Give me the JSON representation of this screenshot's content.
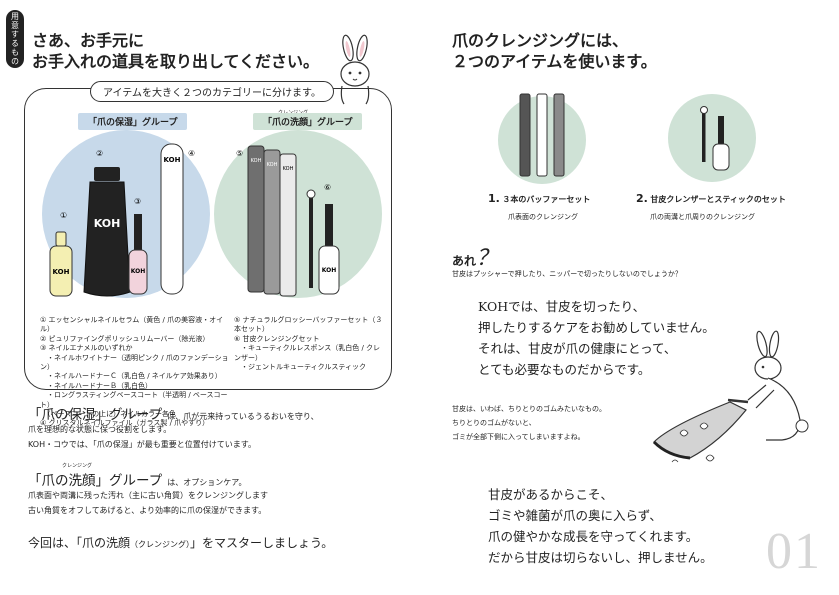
{
  "left": {
    "side_tab": "用意するもの",
    "heading": [
      "さあ、お手元に",
      "お手入れの道具を取り出してください。"
    ],
    "panel_title": "アイテムを大きく２つのカテゴリーに分けます。",
    "group_a": "「爪の保湿」グループ",
    "group_b": "「爪の洗顔」グループ",
    "group_b_ruby": "クレンジング",
    "numbers_a": [
      "①",
      "②",
      "③",
      "④"
    ],
    "numbers_b": [
      "⑤",
      "⑥"
    ],
    "product_logo": "KOH",
    "legend_a": [
      "① エッセンシャルネイルセラム（黄色 / 爪の美容液・オイル）",
      "② ピュリファイングポリッシュリムーバー（除光液）",
      "③ ネイルエナメルのいずれか",
      "　・ネイルホワイトナー（透明ピンク / 爪のファンデーション）",
      "　・ネイルハードナーＣ（乳白色 / ネイルケア効果あり）",
      "　・ネイルハードナーＢ（乳白色）",
      "　・ロングラスティングベースコート（半透明 / ベースコート）",
      "　（ベースコートの上に）ネイルカラー各色",
      "④ クリスタルネイルファイル（ガラス製 / 爪やすり）"
    ],
    "legend_b": [
      "⑤ ナチュラルグロッシーバッファーセット（３本セット）",
      "⑥ 甘皮クレンジングセット",
      "　・キューティクルレスポンス（乳白色 / クレンザー）",
      "　・ジェントルキューティクルスティック"
    ],
    "section1_title": "「爪の保湿」グループ",
    "section1_lead": "は、爪が元来持っているうるおいを守り、",
    "section1_lines": [
      "爪を理想的な状態に保つ役割をします。",
      "KOH・コウでは、「爪の保湿」が最も重要と位置付けています。"
    ],
    "section2_title": "「爪の洗顔」グループ",
    "section2_ruby": "クレンジング",
    "section2_lead": "は、オプションケア。",
    "section2_lines": [
      "爪表面や両溝に残った汚れ（主に古い角質）をクレンジングします",
      "古い角質をオフしてあげると、より効率的に爪の保湿ができます。"
    ],
    "master_prefix": "今回は、「爪の洗顔",
    "master_small": "（クレンジング）",
    "master_suffix": "」をマスターしましょう。"
  },
  "right": {
    "heading": [
      "爪のクレンジングには、",
      "２つのアイテムを使います。"
    ],
    "item1_num": "1.",
    "item1_name": "３本のバッファーセット",
    "item1_sub": "爪表面のクレンジング",
    "item2_num": "2.",
    "item2_name": "甘皮クレンザーとスティックのセット",
    "item2_sub": "爪の両溝と爪周りのクレンジング",
    "are": "あれ",
    "question_mark": "？",
    "question": "甘皮はプッシャーで押したり、ニッパーで切ったりしないのでしょうか？",
    "answer": [
      "KOHでは、甘皮を切ったり、",
      "押したりするケアをお勧めしていません。",
      "それは、甘皮が爪の健康にとって、",
      "とても必要なものだからです。"
    ],
    "analogy": [
      "甘皮は、いわば、ちりとりのゴムみたいなもの。",
      "ちりとりのゴムがないと、",
      "ゴミが全部下側に入ってしまいますよね。"
    ],
    "conclusion": [
      "甘皮があるからこそ、",
      "ゴミや雑菌が爪の奥に入らず、",
      "爪の健やかな成長を守ってくれます。",
      "だから甘皮は切らないし、押しません。"
    ],
    "page_number": "01"
  },
  "colors": {
    "pale_blue": "#c7d9ea",
    "pale_green": "#cfe2d6",
    "serum_yellow": "#f4efb2",
    "enamel_pink": "#f2d3dc",
    "dark": "#222222",
    "buffer_grey": "#8a8a8a"
  }
}
